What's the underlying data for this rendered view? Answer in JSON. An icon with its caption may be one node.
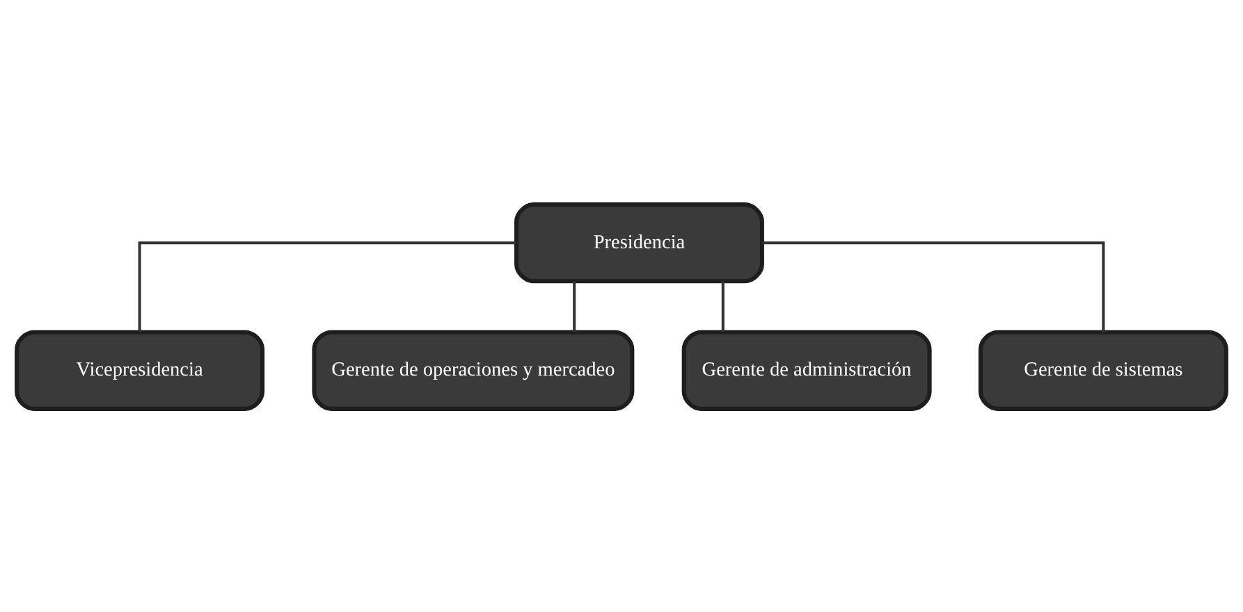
{
  "diagram": {
    "nodes": [
      {
        "text": [
          "Presidencia"
        ]
      },
      {
        "text": [
          "Vicepresidencia"
        ]
      },
      {
        "text": [
          "Gerente de operaciones y mercadeo"
        ]
      },
      {
        "text": [
          "Gerente de administración"
        ]
      },
      {
        "text": [
          "Gerente de sistemas"
        ]
      }
    ],
    "edges": [
      {
        "from": 0,
        "to": 1,
        "arrow": "none"
      },
      {
        "from": 0,
        "to": 2,
        "arrow": "none"
      },
      {
        "from": 0,
        "to": 3,
        "arrow": "none"
      },
      {
        "from": 0,
        "to": 4,
        "arrow": "none"
      }
    ]
  }
}
